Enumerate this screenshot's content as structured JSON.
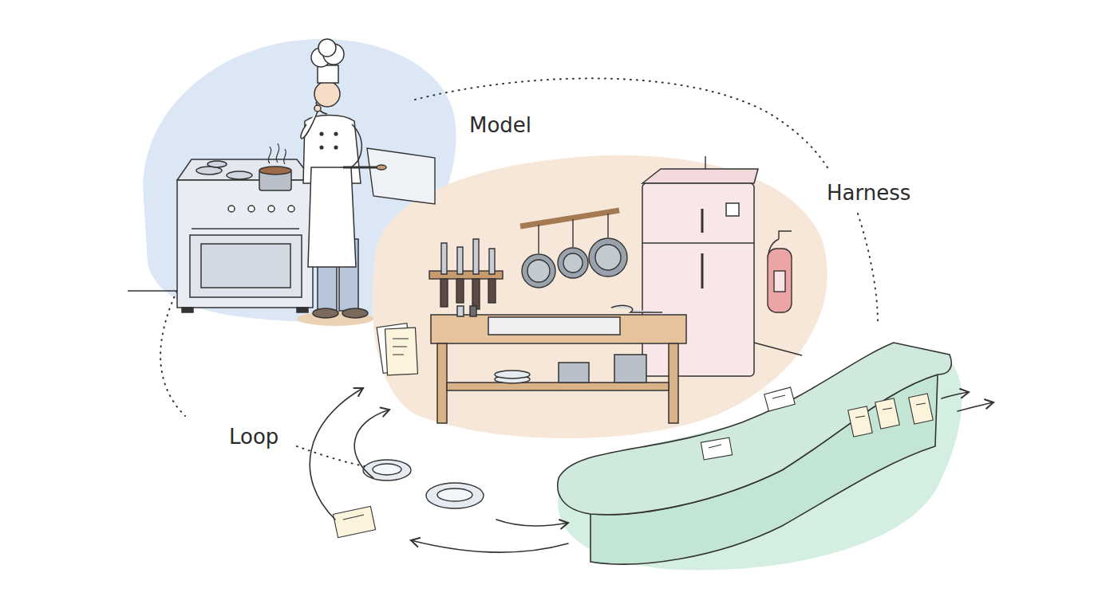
{
  "diagram": {
    "labels": [
      "Model",
      "Harness",
      "Loop"
    ]
  }
}
